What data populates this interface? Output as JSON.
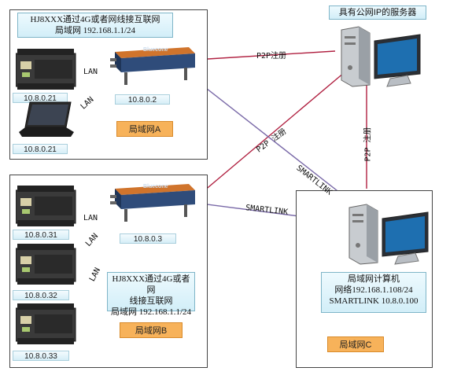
{
  "network_a": {
    "info_line1": "HJ8XXX通过4G或者网线接互联网",
    "info_line2": "局域网 192.168.1.1/24",
    "router_ip": "10.8.0.2",
    "plc_ip": "10.8.0.21",
    "laptop_ip": "10.8.0.21",
    "badge": "局域网A",
    "link_label_1": "LAN",
    "link_label_2": "LAN"
  },
  "network_b": {
    "info_line1": "HJ8XXX通过4G或者网",
    "info_line2": "线接互联网",
    "info_line3": "局域网 192.168.1.1/24",
    "router_ip": "10.8.0.3",
    "plc_ips": [
      "10.8.0.31",
      "10.8.0.32",
      "10.8.0.33"
    ],
    "badge": "局域网B",
    "link_labels": [
      "LAN",
      "LAN",
      "LAN"
    ]
  },
  "network_c": {
    "info_line1": "局域网计算机",
    "info_line2": "网络192.168.1.108/24",
    "info_line3": "SMARTLINK 10.8.0.100",
    "badge": "局域网C"
  },
  "server": {
    "label": "具有公网IP的服务器"
  },
  "links": {
    "p2p_a": "P2P注册",
    "p2p_b": "P2P 注册",
    "p2p_c": "P2P 注册",
    "smartlink_a": "SMARTLINK",
    "smartlink_b": "SMARTLINK"
  },
  "router_brand": "Bluecone",
  "colors": {
    "p2p_line": "#b02040",
    "smartlink_line": "#7a6aa8",
    "badge": "#f7b25a",
    "router_body": "#2f4c7a",
    "router_top": "#d0742c"
  }
}
